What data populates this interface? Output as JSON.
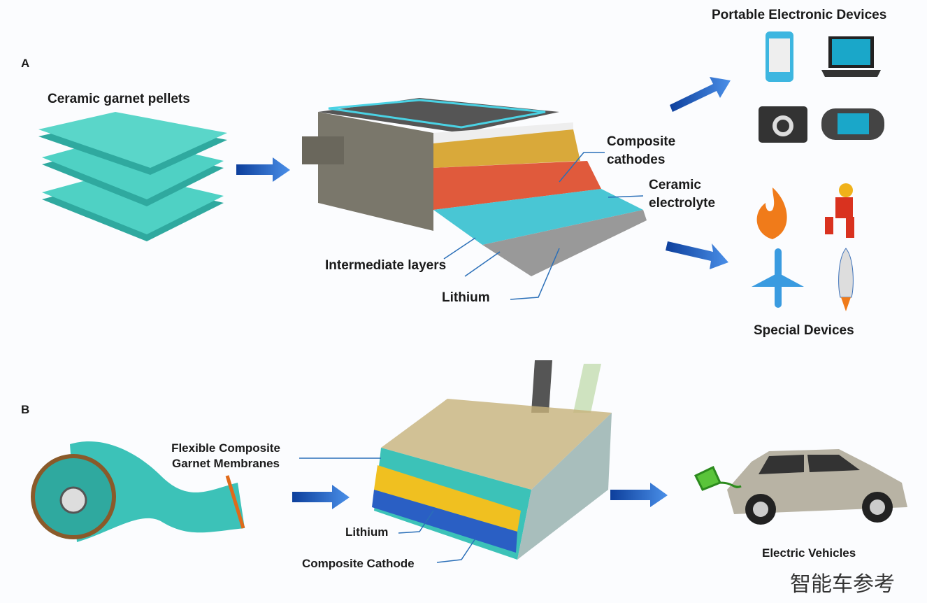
{
  "panel_a": {
    "label": "A",
    "pellets_label": "Ceramic garnet pellets",
    "composite_cathodes": "Composite cathodes",
    "ceramic_electrolyte": "Ceramic electrolyte",
    "intermediate_layers": "Intermediate layers",
    "lithium": "Lithium",
    "portable_devices": "Portable Electronic Devices",
    "special_devices": "Special Devices"
  },
  "panel_b": {
    "label": "B",
    "membranes": "Flexible Composite Garnet Membranes",
    "lithium": "Lithium",
    "composite_cathode": "Composite Cathode",
    "vehicles": "Electric Vehicles"
  },
  "watermark": "智能车参考",
  "colors": {
    "teal": "#3cc2b8",
    "arrow": "#1f5fc4",
    "cell": "#6b6a60"
  }
}
